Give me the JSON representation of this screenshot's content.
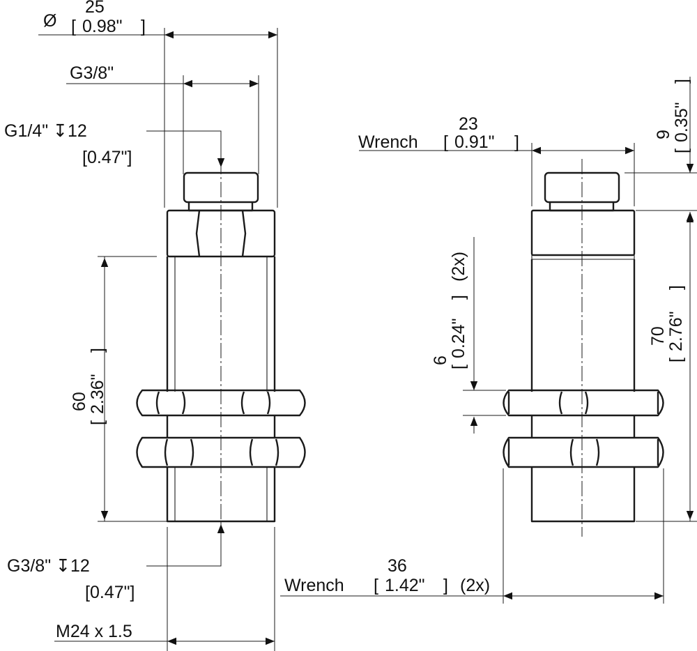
{
  "left_view": {
    "diameter_symbol": "Ø",
    "diameter_mm": "25",
    "diameter_in": "0.98\"",
    "top_thread": "G3/8\"",
    "top_bore": "G1/4\" ↧12",
    "top_bore_in": "[0.47\"]",
    "length_mm": "60",
    "length_in": "2.36\"",
    "bottom_bore": "G3/8\" ↧12",
    "bottom_bore_in": "[0.47\"]",
    "body_thread": "M24 x 1.5"
  },
  "right_view": {
    "wrench_top_label": "Wrench",
    "wrench_top_mm": "23",
    "wrench_top_in": "0.91\"",
    "top_height_mm": "9",
    "top_height_in": "0.35\"",
    "nut_thickness_mm": "6",
    "nut_thickness_in": "0.24\"",
    "nut_count": "(2x)",
    "length_mm": "70",
    "length_in": "2.76\"",
    "wrench_bottom_label": "Wrench",
    "wrench_bottom_mm": "36",
    "wrench_bottom_in": "1.42\"",
    "wrench_bottom_count": "(2x)"
  }
}
